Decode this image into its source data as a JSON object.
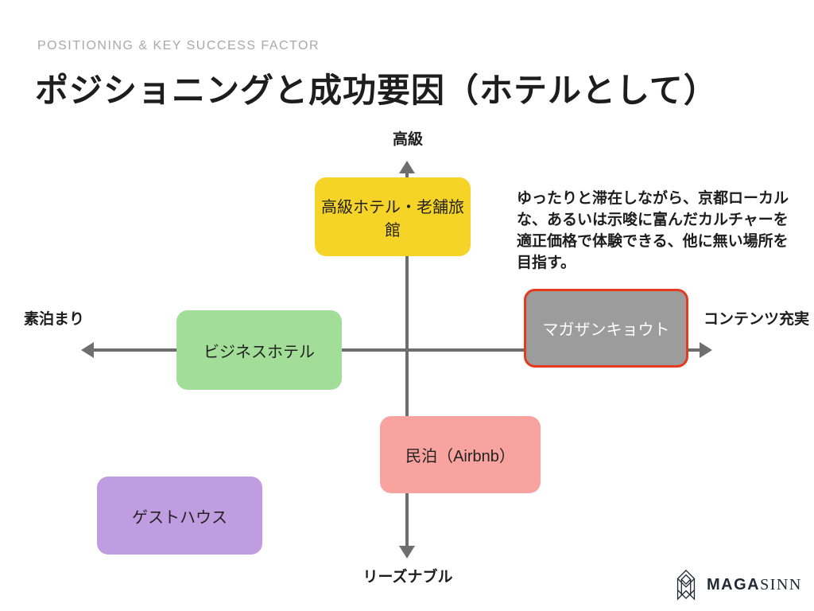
{
  "header": {
    "eyebrow": "POSITIONING & KEY SUCCESS FACTOR",
    "title": "ポジショニングと成功要因（ホテルとして）"
  },
  "map": {
    "type": "positioning-quadrant",
    "axes": {
      "top": "高級",
      "bottom": "リーズナブル",
      "left": "素泊まり",
      "right": "コンテンツ充実"
    },
    "items": [
      {
        "label": "高級ホテル・老舗旅館",
        "position": "high-luxury-center",
        "color": "#f5d327",
        "highlighted": false
      },
      {
        "label": "ビジネスホテル",
        "position": "mid-left-basic-stay",
        "color": "#a2de97",
        "highlighted": false
      },
      {
        "label": "マガザンキョウト",
        "position": "mid-right-rich-content",
        "color": "#9c9c9c",
        "border_color": "#e53a1e",
        "text_color": "#ffffff",
        "highlighted": true
      },
      {
        "label": "民泊（Airbnb）",
        "position": "low-center",
        "color": "#f9a3a0",
        "highlighted": false
      },
      {
        "label": "ゲストハウス",
        "position": "low-left",
        "color": "#c09ce0",
        "highlighted": false
      }
    ],
    "annotation": "ゆったりと滞在しながら、京都ローカルな、あるいは示唆に富んだカルチャーを適正価格で体験できる、他に無い場所を目指す。"
  },
  "footer": {
    "logo_bold": "MAGA",
    "logo_light": "SINN"
  },
  "colors": {
    "axis": "#6e6e6e",
    "eyebrow_text": "#a9a9a9",
    "title_text": "#1d1d1d",
    "highlight_border": "#e53a1e",
    "logo": "#232a35"
  }
}
